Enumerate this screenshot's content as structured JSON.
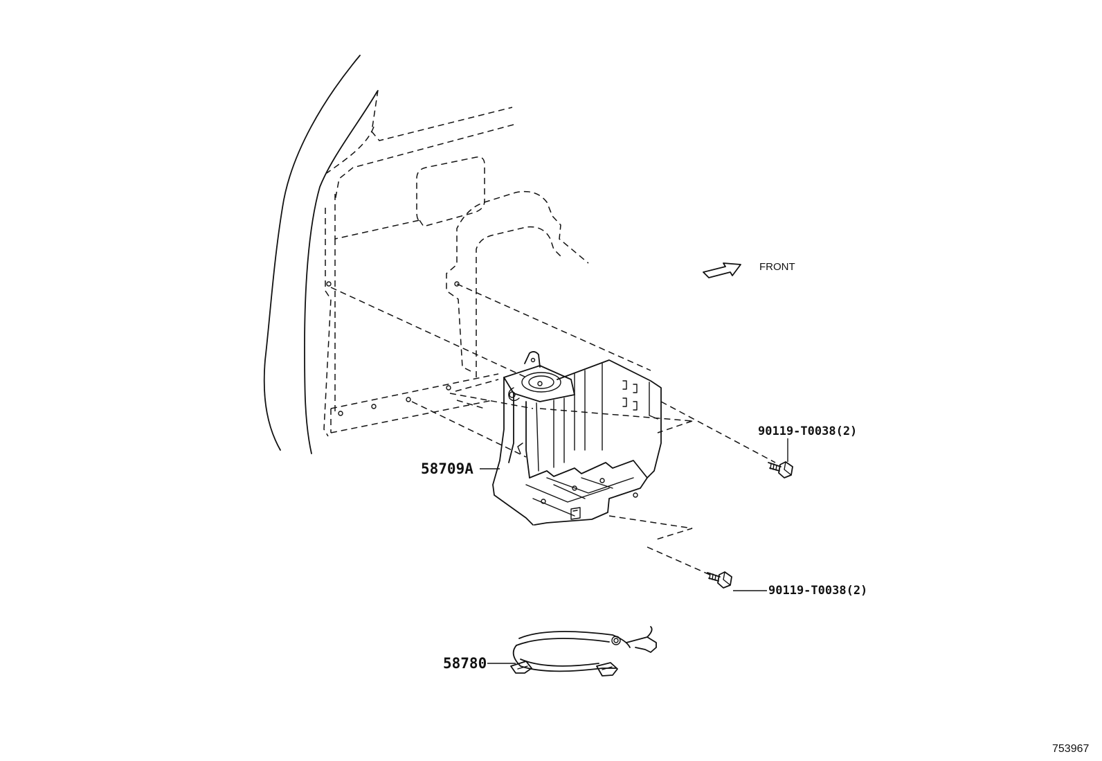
{
  "direction_label": "FRONT",
  "parts": {
    "bracket": "58709A",
    "clamp": "58780",
    "bolt_upper": "90119-T0038(2)",
    "bolt_lower": "90119-T0038(2)"
  },
  "illustration_id": "753967"
}
